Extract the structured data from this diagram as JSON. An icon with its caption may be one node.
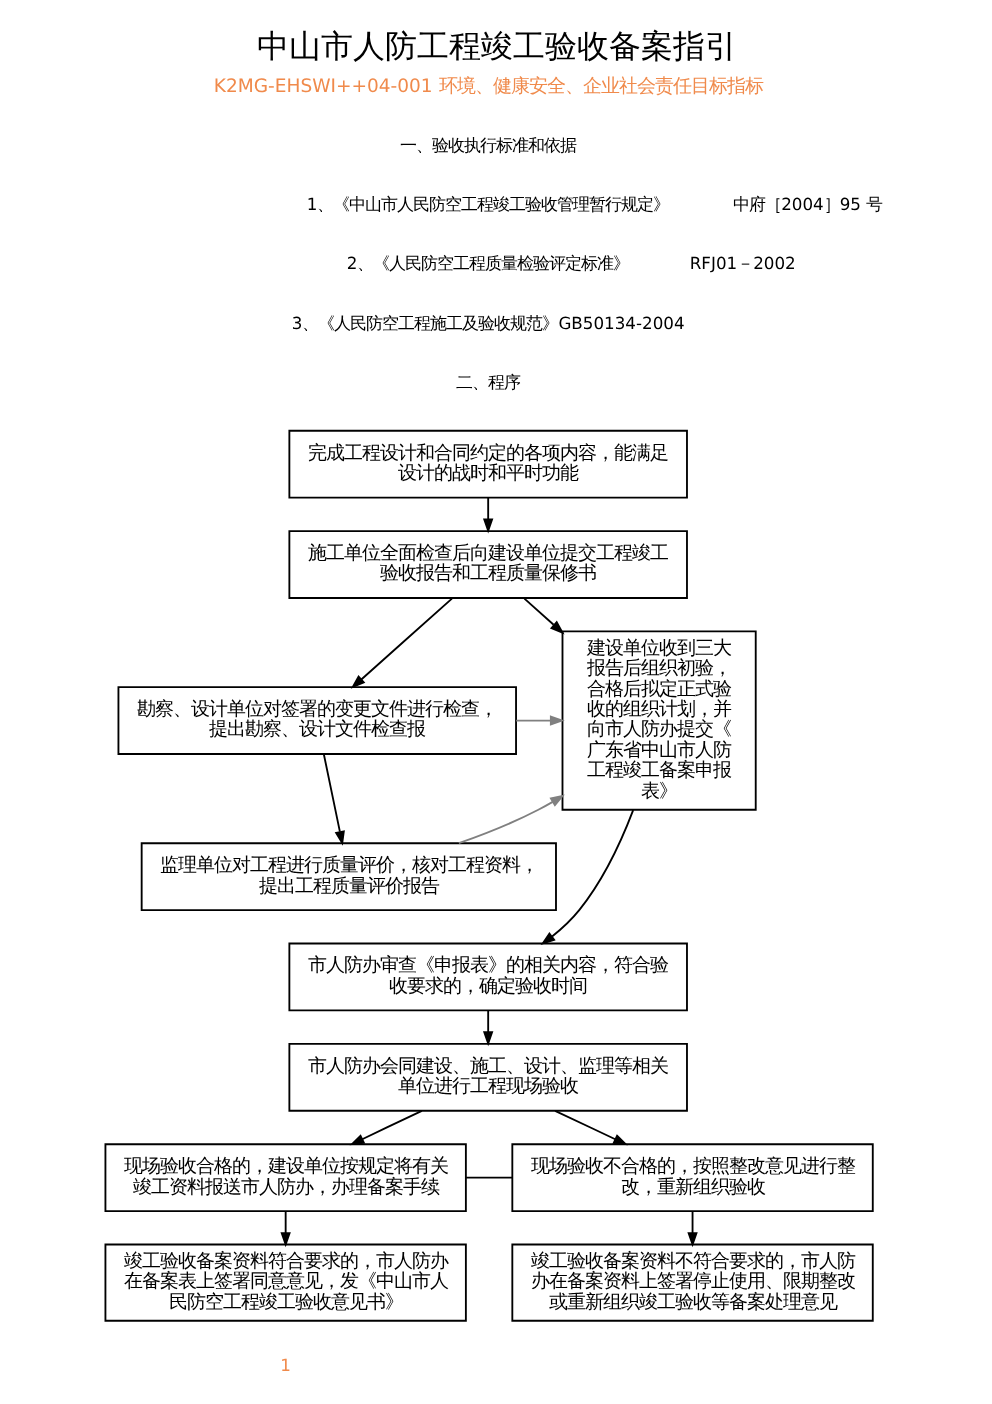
{
  "diagram": {
    "title": "中山市人防工程竣工验收备案指引",
    "nodes": [
      {
        "text": [
          "完成工程设计和合同约定的各项内容，能满足设计的战时和平时功能"
        ]
      },
      {
        "text": [
          "施工单位全面检查后向建设单位提交工程竣工验收报告和工程质量保修书"
        ]
      },
      {
        "text": [
          "勘察、设计单位对签署的变更文件进行检查，提出勘察、设计文件检查报"
        ]
      },
      {
        "text": [
          "监理单位对工程进行质量评价，核对工程资料，提出工程质量评价报告"
        ]
      },
      {
        "text": [
          "建设单位收到三大报告后组织初验，合格后拟定正式验收的组织计划，并向市人防办提交《广东省中山市人防工程竣工备案申报表》"
        ]
      },
      {
        "text": [
          "市人防办审查《申报表》的相关内容，符合验收要求的，确定验收时间"
        ]
      },
      {
        "text": [
          "市人防办会同建设、施工、设计、监理等相关单位进行工程现场验收"
        ]
      },
      {
        "text": [
          "现场验收合格的，建设单位按规定将有关竣工资料报送市人防办，办理备案手续"
        ]
      },
      {
        "text": [
          "现场验收不合格的，按照整改意见进行整改，重新组织验收"
        ]
      },
      {
        "text": [
          "竣工验收备案资料符合要求的，市人防办在备案表上签署同意意见，发《中山市人民防空工程竣工验收意见书》"
        ]
      },
      {
        "text": [
          "竣工验收备案资料不符合要求的，市人防办在备案资料上签署停止使用、限期整改或重新组织竣工验收等备案处理意见"
        ]
      }
    ],
    "edges": [
      {
        "from": 0,
        "to": 1,
        "arrow": "to"
      },
      {
        "from": 1,
        "to": 2,
        "arrow": "to"
      },
      {
        "from": 2,
        "to": 3,
        "arrow": "to"
      },
      {
        "from": 1,
        "to": 4,
        "arrow": "to"
      },
      {
        "from": 2,
        "to": 4,
        "arrow": "to",
        "color": "#808080"
      },
      {
        "from": 3,
        "to": 4,
        "arrow": "to",
        "color": "#808080"
      },
      {
        "from": 4,
        "to": 5,
        "arrow": "to"
      },
      {
        "from": 5,
        "to": 6,
        "arrow": "to"
      },
      {
        "from": 6,
        "to": 7,
        "arrow": "to"
      },
      {
        "from": 6,
        "to": 8,
        "arrow": "to"
      },
      {
        "from": 7,
        "to": 8,
        "arrow": "none"
      },
      {
        "from": 7,
        "to": 9,
        "arrow": "to"
      },
      {
        "from": 8,
        "to": 10,
        "arrow": "to"
      }
    ],
    "labels": [
      "K2MG-EHSWI++04-001 环境、健康安全、企业社会责任目标指标",
      "一、验收执行标准和依据",
      "1、《中山市人民防空工程竣工验收管理暂行规定》",
      "中府［2004］95 号",
      "2、《人民防空工程质量检验评定标准》",
      "RFJ01－2002",
      "3、《人民防空工程施工及验收规范》GB50134-2004",
      "二、程序",
      "1"
    ]
  }
}
